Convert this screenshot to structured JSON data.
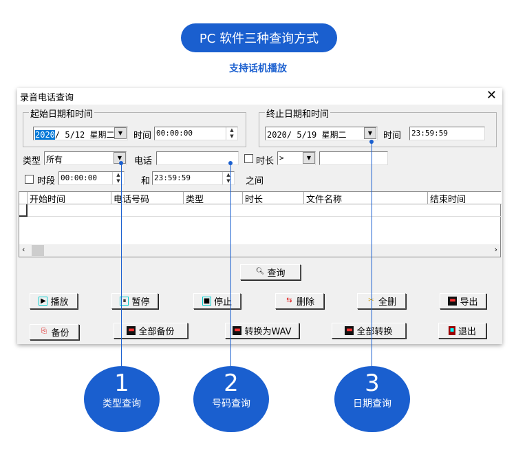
{
  "header": {
    "title": "PC 软件三种查询方式",
    "subtitle": "支持话机播放"
  },
  "dialog": {
    "title": "录音电话查询",
    "close": "✕",
    "start_group": {
      "label": "起始日期和时间",
      "date_year": "2020",
      "date_rest": "/ 5/12 星期二",
      "time_label": "时间",
      "time": "00:00:00"
    },
    "end_group": {
      "label": "终止日期和时间",
      "date": "2020/ 5/19 星期二",
      "time_label": "时间",
      "time": "23:59:59"
    },
    "type_label": "类型",
    "type_value": "所有",
    "phone_label": "电话",
    "phone_value": "",
    "duration_label": "时长",
    "duration_op": ">",
    "duration_value": "",
    "period_label": "时段",
    "period_from": "00:00:00",
    "and_label": "和",
    "period_to": "23:59:59",
    "between_label": "之间",
    "table": {
      "columns": [
        "开始时间",
        "电话号码",
        "类型",
        "时长",
        "文件名称",
        "结束时间"
      ]
    },
    "buttons": {
      "query": "查询",
      "play": "播放",
      "pause": "暂停",
      "stop": "停止",
      "delete": "删除",
      "delete_all": "全删",
      "export": "导出",
      "backup": "备份",
      "backup_all": "全部备份",
      "convert_wav": "转换为WAV",
      "convert_all": "全部转换",
      "exit": "退出"
    }
  },
  "callouts": [
    {
      "number": "1",
      "label": "类型查询"
    },
    {
      "number": "2",
      "label": "号码查询"
    },
    {
      "number": "3",
      "label": "日期查询"
    }
  ],
  "colors": {
    "accent": "#1a5fcf"
  }
}
